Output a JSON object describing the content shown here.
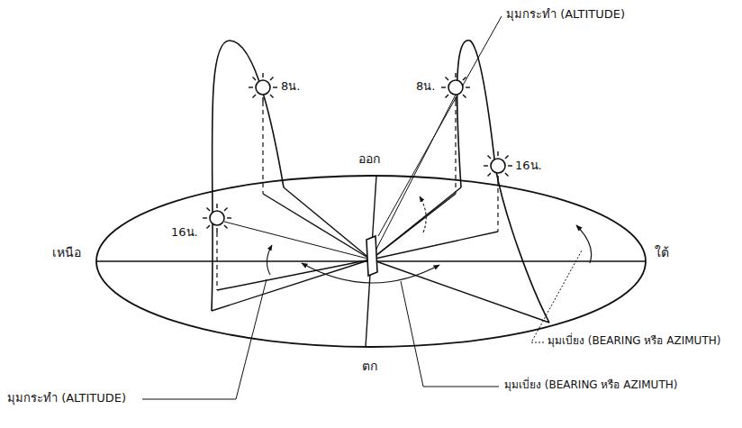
{
  "diagram": {
    "labels": [
      "มุมกระทำ (ALTITUDE)",
      "8น.",
      "8น.",
      "ออก",
      "16น.",
      "16น.",
      "เหนือ",
      "ใต้",
      "มุมเบี่ยง (BEARING หรือ AZIMUTH)",
      "ตก",
      "มุมกระทำ (ALTITUDE)",
      "มุมเบี่ยง (BEARING หรือ AZIMUTH)"
    ]
  }
}
